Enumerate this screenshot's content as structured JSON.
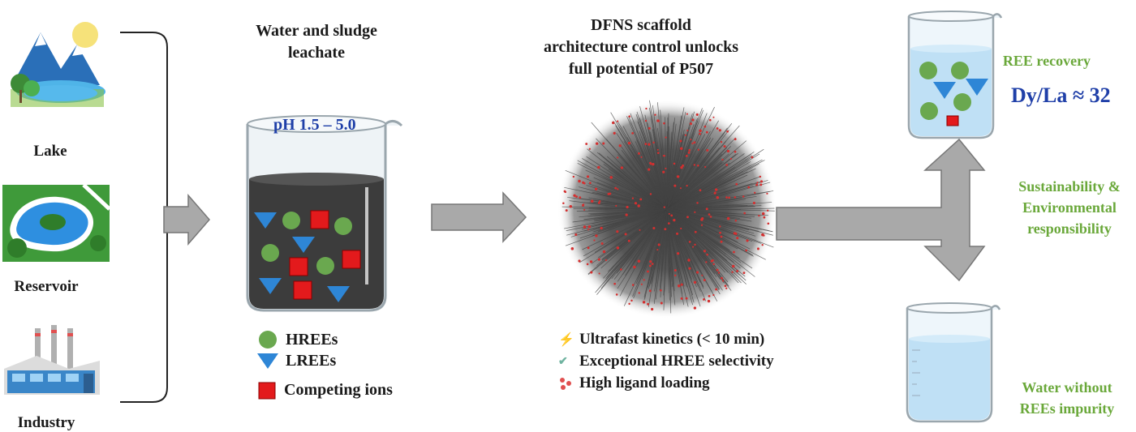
{
  "sources": {
    "lake": "Lake",
    "reservoir": "Reservoir",
    "industry": "Industry"
  },
  "leachate": {
    "title_line1": "Water and sludge",
    "title_line2": "leachate",
    "ph": "pH 1.5 – 5.0"
  },
  "legend": {
    "hrees": "HREEs",
    "lrees": "LREEs",
    "competing": "Competing ions"
  },
  "scaffold": {
    "title_line1": "DFNS scaffold",
    "title_line2": "architecture control unlocks",
    "title_line3": "full potential of P507"
  },
  "features": {
    "kinetics": "Ultrafast kinetics (< 10 min)",
    "selectivity": "Exceptional HREE selectivity",
    "loading": "High ligand loading"
  },
  "outcomes": {
    "recovery": "REE recovery",
    "ratio": "Dy/La ≈ 32",
    "sustain_line1": "Sustainability &",
    "sustain_line2": "Environmental",
    "sustain_line3": "responsibility",
    "water_line1": "Water without",
    "water_line2": "REEs impurity"
  },
  "colors": {
    "hree": "#6aa84f",
    "lree": "#2e86d6",
    "competing": "#e31a1c",
    "outcome_text": "#6aa83a",
    "ratio_text": "#1f3fa8",
    "ph_text": "#1f3fa8",
    "arrow": "#a9a9a9"
  }
}
